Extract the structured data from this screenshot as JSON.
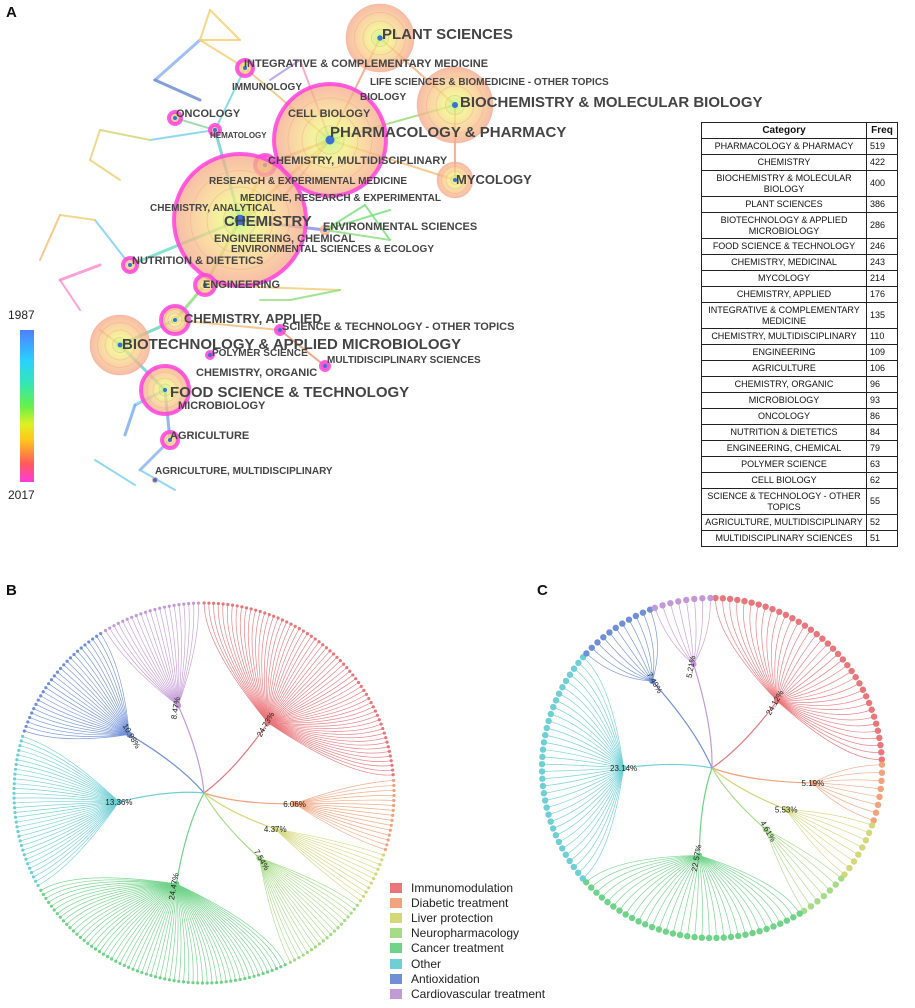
{
  "panels": {
    "a": "A",
    "b": "B",
    "c": "C"
  },
  "network": {
    "labels": [
      {
        "text": "PLANT SCIENCES"
      },
      {
        "text": "INTEGRATIVE & COMPLEMENTARY MEDICINE"
      },
      {
        "text": "LIFE SCIENCES & BIOMEDICINE - OTHER TOPICS"
      },
      {
        "text": "IMMUNOLOGY"
      },
      {
        "text": "BIOCHEMISTRY & MOLECULAR BIOLOGY"
      },
      {
        "text": "BIOLOGY"
      },
      {
        "text": "ONCOLOGY"
      },
      {
        "text": "CELL BIOLOGY"
      },
      {
        "text": "PHARMACOLOGY & PHARMACY"
      },
      {
        "text": "HEMATOLOGY"
      },
      {
        "text": "CHEMISTRY, MULTIDISCIPLINARY"
      },
      {
        "text": "MYCOLOGY"
      },
      {
        "text": "RESEARCH & EXPERIMENTAL MEDICINE"
      },
      {
        "text": "MEDICINE, RESEARCH & EXPERIMENTAL"
      },
      {
        "text": "CHEMISTRY, ANALYTICAL"
      },
      {
        "text": "CHEMISTRY"
      },
      {
        "text": "ENVIRONMENTAL SCIENCES"
      },
      {
        "text": "ENGINEERING, CHEMICAL"
      },
      {
        "text": "ENVIRONMENTAL SCIENCES & ECOLOGY"
      },
      {
        "text": "NUTRITION & DIETETICS"
      },
      {
        "text": "ENGINEERING"
      },
      {
        "text": "CHEMISTRY, APPLIED"
      },
      {
        "text": "SCIENCE & TECHNOLOGY - OTHER TOPICS"
      },
      {
        "text": "BIOTECHNOLOGY & APPLIED MICROBIOLOGY"
      },
      {
        "text": "POLYMER SCIENCE"
      },
      {
        "text": "MULTIDISCIPLINARY SCIENCES"
      },
      {
        "text": "CHEMISTRY, ORGANIC"
      },
      {
        "text": "FOOD SCIENCE & TECHNOLOGY"
      },
      {
        "text": "MICROBIOLOGY"
      },
      {
        "text": "AGRICULTURE"
      },
      {
        "text": "AGRICULTURE, MULTIDISCIPLINARY"
      }
    ]
  },
  "time_legend": {
    "start": "1987",
    "end": "2017"
  },
  "category_table": {
    "headers": [
      "Category",
      "Freq"
    ],
    "rows": [
      [
        "PHARMACOLOGY & PHARMACY",
        "519"
      ],
      [
        "CHEMISTRY",
        "422"
      ],
      [
        "BIOCHEMISTRY & MOLECULAR BIOLOGY",
        "400"
      ],
      [
        "PLANT SCIENCES",
        "386"
      ],
      [
        "BIOTECHNOLOGY & APPLIED MICROBIOLOGY",
        "286"
      ],
      [
        "FOOD SCIENCE & TECHNOLOGY",
        "246"
      ],
      [
        "CHEMISTRY, MEDICINAL",
        "243"
      ],
      [
        "MYCOLOGY",
        "214"
      ],
      [
        "CHEMISTRY, APPLIED",
        "176"
      ],
      [
        "INTEGRATIVE & COMPLEMENTARY MEDICINE",
        "135"
      ],
      [
        "CHEMISTRY, MULTIDISCIPLINARY",
        "110"
      ],
      [
        "ENGINEERING",
        "109"
      ],
      [
        "AGRICULTURE",
        "106"
      ],
      [
        "CHEMISTRY, ORGANIC",
        "96"
      ],
      [
        "MICROBIOLOGY",
        "93"
      ],
      [
        "ONCOLOGY",
        "86"
      ],
      [
        "NUTRITION & DIETETICS",
        "84"
      ],
      [
        "ENGINEERING, CHEMICAL",
        "79"
      ],
      [
        "POLYMER SCIENCE",
        "63"
      ],
      [
        "CELL BIOLOGY",
        "62"
      ],
      [
        "SCIENCE & TECHNOLOGY - OTHER TOPICS",
        "55"
      ],
      [
        "AGRICULTURE, MULTIDISCIPLINARY",
        "52"
      ],
      [
        "MULTIDISCIPLINARY SCIENCES",
        "51"
      ]
    ]
  },
  "groups": [
    {
      "name": "Immunomodulation",
      "color": "#e9767a"
    },
    {
      "name": "Diabetic treatment",
      "color": "#f0a37c"
    },
    {
      "name": "Liver protection",
      "color": "#d4d77a"
    },
    {
      "name": "Neuropharmacology",
      "color": "#a6dc86"
    },
    {
      "name": "Cancer treatment",
      "color": "#6fd388"
    },
    {
      "name": "Other",
      "color": "#6ecfd4"
    },
    {
      "name": "Antioxidation",
      "color": "#6f8fd6"
    },
    {
      "name": "Cardiovascular treatment",
      "color": "#c49ad6"
    }
  ],
  "radial_b": {
    "percent_labels": [
      "24.73%",
      "6.06%",
      "4.37%",
      "7.54%",
      "24.47%",
      "13.36%",
      "10.98%",
      "8.47%"
    ]
  },
  "radial_c": {
    "percent_labels": [
      "24.12%",
      "5.19%",
      "5.53%",
      "4.61%",
      "22.57%",
      "23.14%",
      "7.49%",
      "5.21%"
    ]
  }
}
